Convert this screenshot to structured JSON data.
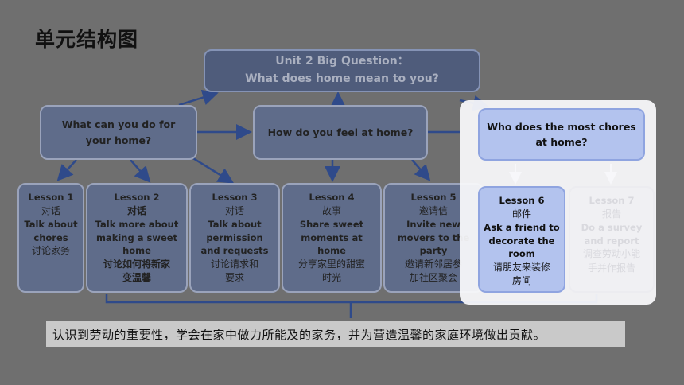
{
  "title": "单元结构图",
  "big_question": {
    "line1": "Unit 2 Big Question：",
    "line2": "What does home mean to you?"
  },
  "questions": {
    "q1": "What can you do for your home?",
    "q2": "How do you feel at home?",
    "q3": "Who does the most chores at home?"
  },
  "lessons": [
    {
      "num": "Lesson 1",
      "type": "对话",
      "en": "Talk about\nchores",
      "zh": "讨论家务"
    },
    {
      "num": "Lesson 2",
      "type": "对话",
      "en": "Talk more about\nmaking a sweet\nhome",
      "zh": "讨论如何将新家\n变温馨"
    },
    {
      "num": "Lesson 3",
      "type": "对话",
      "en": "Talk about\npermission\nand requests",
      "zh": "讨论请求和\n要求"
    },
    {
      "num": "Lesson 4",
      "type": "故事",
      "en": "Share sweet\nmoments at\nhome",
      "zh": "分享家里的甜蜜\n时光"
    },
    {
      "num": "Lesson 5",
      "type": "邀请信",
      "en": "Invite new\nmovers to the\nparty",
      "zh": "邀请新邻居参\n加社区聚会"
    },
    {
      "num": "Lesson 6",
      "type": "邮件",
      "en": "Ask a friend to\ndecorate the\nroom",
      "zh": "请朋友来装修\n房间"
    },
    {
      "num": "Lesson 7",
      "type": "报告",
      "en": "Do a survey\nand report",
      "zh": "调查劳动小能\n手并作报告"
    }
  ],
  "summary": "认识到劳动的重要性，学会在家中做力所能及的家务，并为营造温馨的家庭环境做出贡献。",
  "colors": {
    "background": "#6f6f6f",
    "box": "#4f5c7b",
    "highlight": "#b3c3ee",
    "arrow": "#2f4a8a"
  }
}
